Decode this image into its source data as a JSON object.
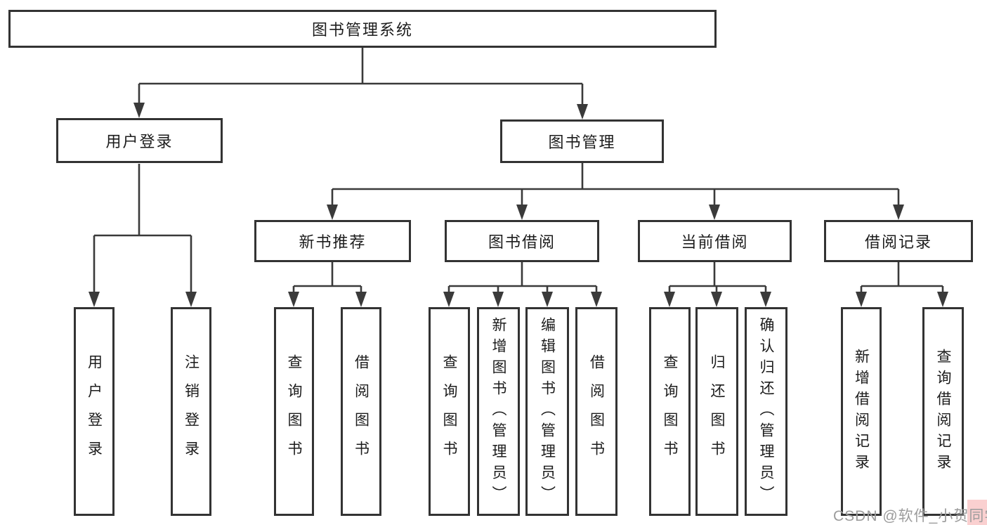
{
  "nodes": {
    "root": {
      "label": "图书管理系统"
    },
    "user_login": {
      "label": "用户登录"
    },
    "book_mgmt": {
      "label": "图书管理"
    },
    "new_book_rec": {
      "label": "新书推荐"
    },
    "book_borrow": {
      "label": "图书借阅"
    },
    "current_borrow": {
      "label": "当前借阅"
    },
    "borrow_records": {
      "label": "借阅记录"
    },
    "leaf_user_login": {
      "label": "用户登录"
    },
    "leaf_logout": {
      "label": "注销登录"
    },
    "leaf_query_book_a": {
      "label": "查询图书"
    },
    "leaf_borrow_book_a": {
      "label": "借阅图书"
    },
    "leaf_query_book_b": {
      "label": "查询图书"
    },
    "leaf_add_book": {
      "label": "新增图书（管理员）"
    },
    "leaf_edit_book": {
      "label": "编辑图书（管理员）"
    },
    "leaf_borrow_book_b": {
      "label": "借阅图书"
    },
    "leaf_query_book_c": {
      "label": "查询图书"
    },
    "leaf_return_book": {
      "label": "归还图书"
    },
    "leaf_confirm_return": {
      "label": "确认归还（管理员）"
    },
    "leaf_add_record": {
      "label": "新增借阅记录"
    },
    "leaf_query_record": {
      "label": "查询借阅记录"
    }
  },
  "watermark": {
    "text": "CSDN @软件_小贺同学"
  },
  "colors": {
    "line": "#3a3a3a",
    "box_border": "#333333",
    "text": "#1c1c1c",
    "watermark": "#9c9c9c",
    "background": "#ffffff"
  }
}
